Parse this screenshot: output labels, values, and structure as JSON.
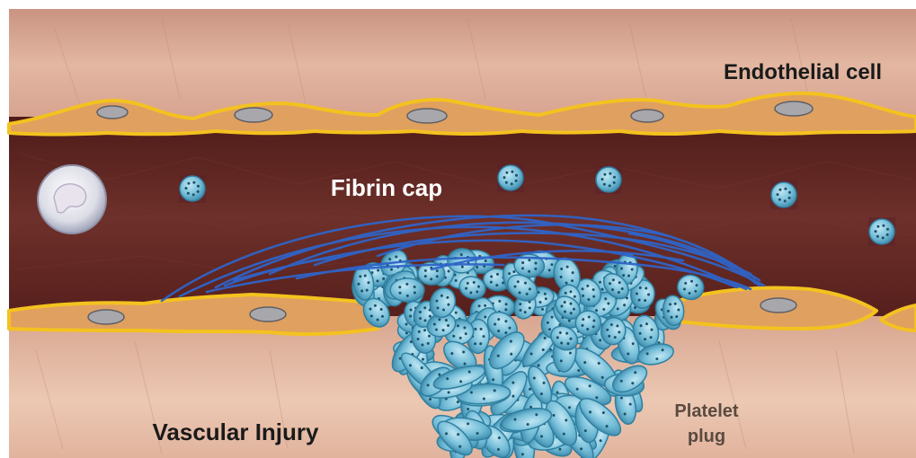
{
  "labels": {
    "endothelial_cell": "Endothelial cell",
    "fibrin_cap": "Fibrin cap",
    "vascular_injury": "Vascular Injury",
    "platelet_plug_line1": "Platelet",
    "platelet_plug_line2": "plug"
  },
  "colors": {
    "tissue": "#d9a892",
    "tissue_light": "#ecc9b4",
    "lumen": "#6a2c27",
    "lumen_dark": "#4e1c19",
    "endothelium": "#e0a060",
    "endothelium_outline": "#f4c21f",
    "nucleus": "#a8a8ac",
    "platelet": "#6fb8d4",
    "platelet_dark": "#2f7fa0",
    "fibrin": "#2f64c8",
    "label_dark": "#1a1a1a",
    "label_light": "#ffffff",
    "label_plug": "#5a4a40"
  }
}
